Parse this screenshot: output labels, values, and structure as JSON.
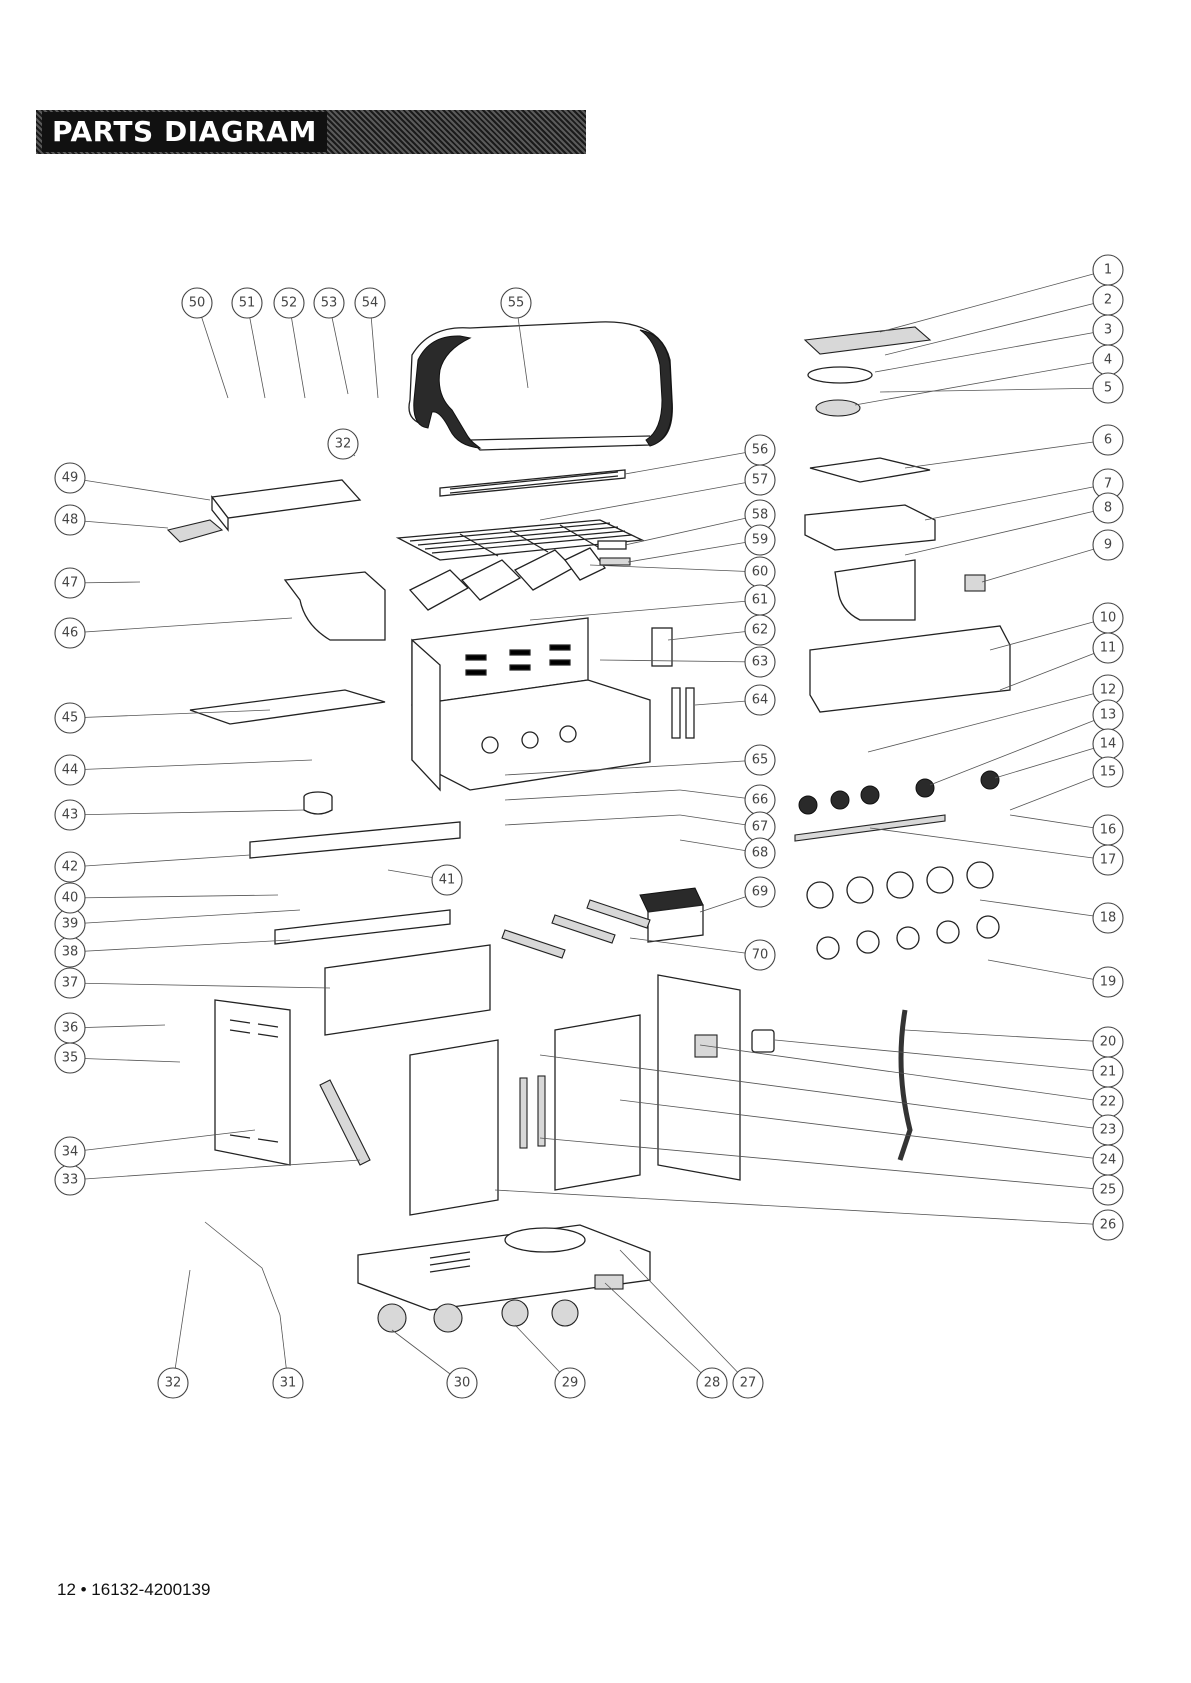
{
  "header": {
    "title": "PARTS DIAGRAM"
  },
  "footer": {
    "page_label": "12 • 16132-4200139"
  },
  "callouts": [
    {
      "n": "1"
    },
    {
      "n": "2"
    },
    {
      "n": "3"
    },
    {
      "n": "4"
    },
    {
      "n": "5"
    },
    {
      "n": "6"
    },
    {
      "n": "7"
    },
    {
      "n": "8"
    },
    {
      "n": "9"
    },
    {
      "n": "10"
    },
    {
      "n": "11"
    },
    {
      "n": "12"
    },
    {
      "n": "13"
    },
    {
      "n": "14"
    },
    {
      "n": "15"
    },
    {
      "n": "16"
    },
    {
      "n": "17"
    },
    {
      "n": "18"
    },
    {
      "n": "19"
    },
    {
      "n": "20"
    },
    {
      "n": "21"
    },
    {
      "n": "22"
    },
    {
      "n": "23"
    },
    {
      "n": "24"
    },
    {
      "n": "25"
    },
    {
      "n": "26"
    },
    {
      "n": "27"
    },
    {
      "n": "28"
    },
    {
      "n": "29"
    },
    {
      "n": "30"
    },
    {
      "n": "31"
    },
    {
      "n": "32"
    },
    {
      "n": "32"
    },
    {
      "n": "33"
    },
    {
      "n": "34"
    },
    {
      "n": "35"
    },
    {
      "n": "36"
    },
    {
      "n": "37"
    },
    {
      "n": "38"
    },
    {
      "n": "39"
    },
    {
      "n": "40"
    },
    {
      "n": "41"
    },
    {
      "n": "42"
    },
    {
      "n": "43"
    },
    {
      "n": "44"
    },
    {
      "n": "45"
    },
    {
      "n": "46"
    },
    {
      "n": "47"
    },
    {
      "n": "48"
    },
    {
      "n": "49"
    },
    {
      "n": "50"
    },
    {
      "n": "51"
    },
    {
      "n": "52"
    },
    {
      "n": "53"
    },
    {
      "n": "54"
    },
    {
      "n": "55"
    },
    {
      "n": "56"
    },
    {
      "n": "57"
    },
    {
      "n": "58"
    },
    {
      "n": "59"
    },
    {
      "n": "60"
    },
    {
      "n": "61"
    },
    {
      "n": "62"
    },
    {
      "n": "63"
    },
    {
      "n": "64"
    },
    {
      "n": "65"
    },
    {
      "n": "66"
    },
    {
      "n": "67"
    },
    {
      "n": "68"
    },
    {
      "n": "69"
    },
    {
      "n": "70"
    }
  ]
}
